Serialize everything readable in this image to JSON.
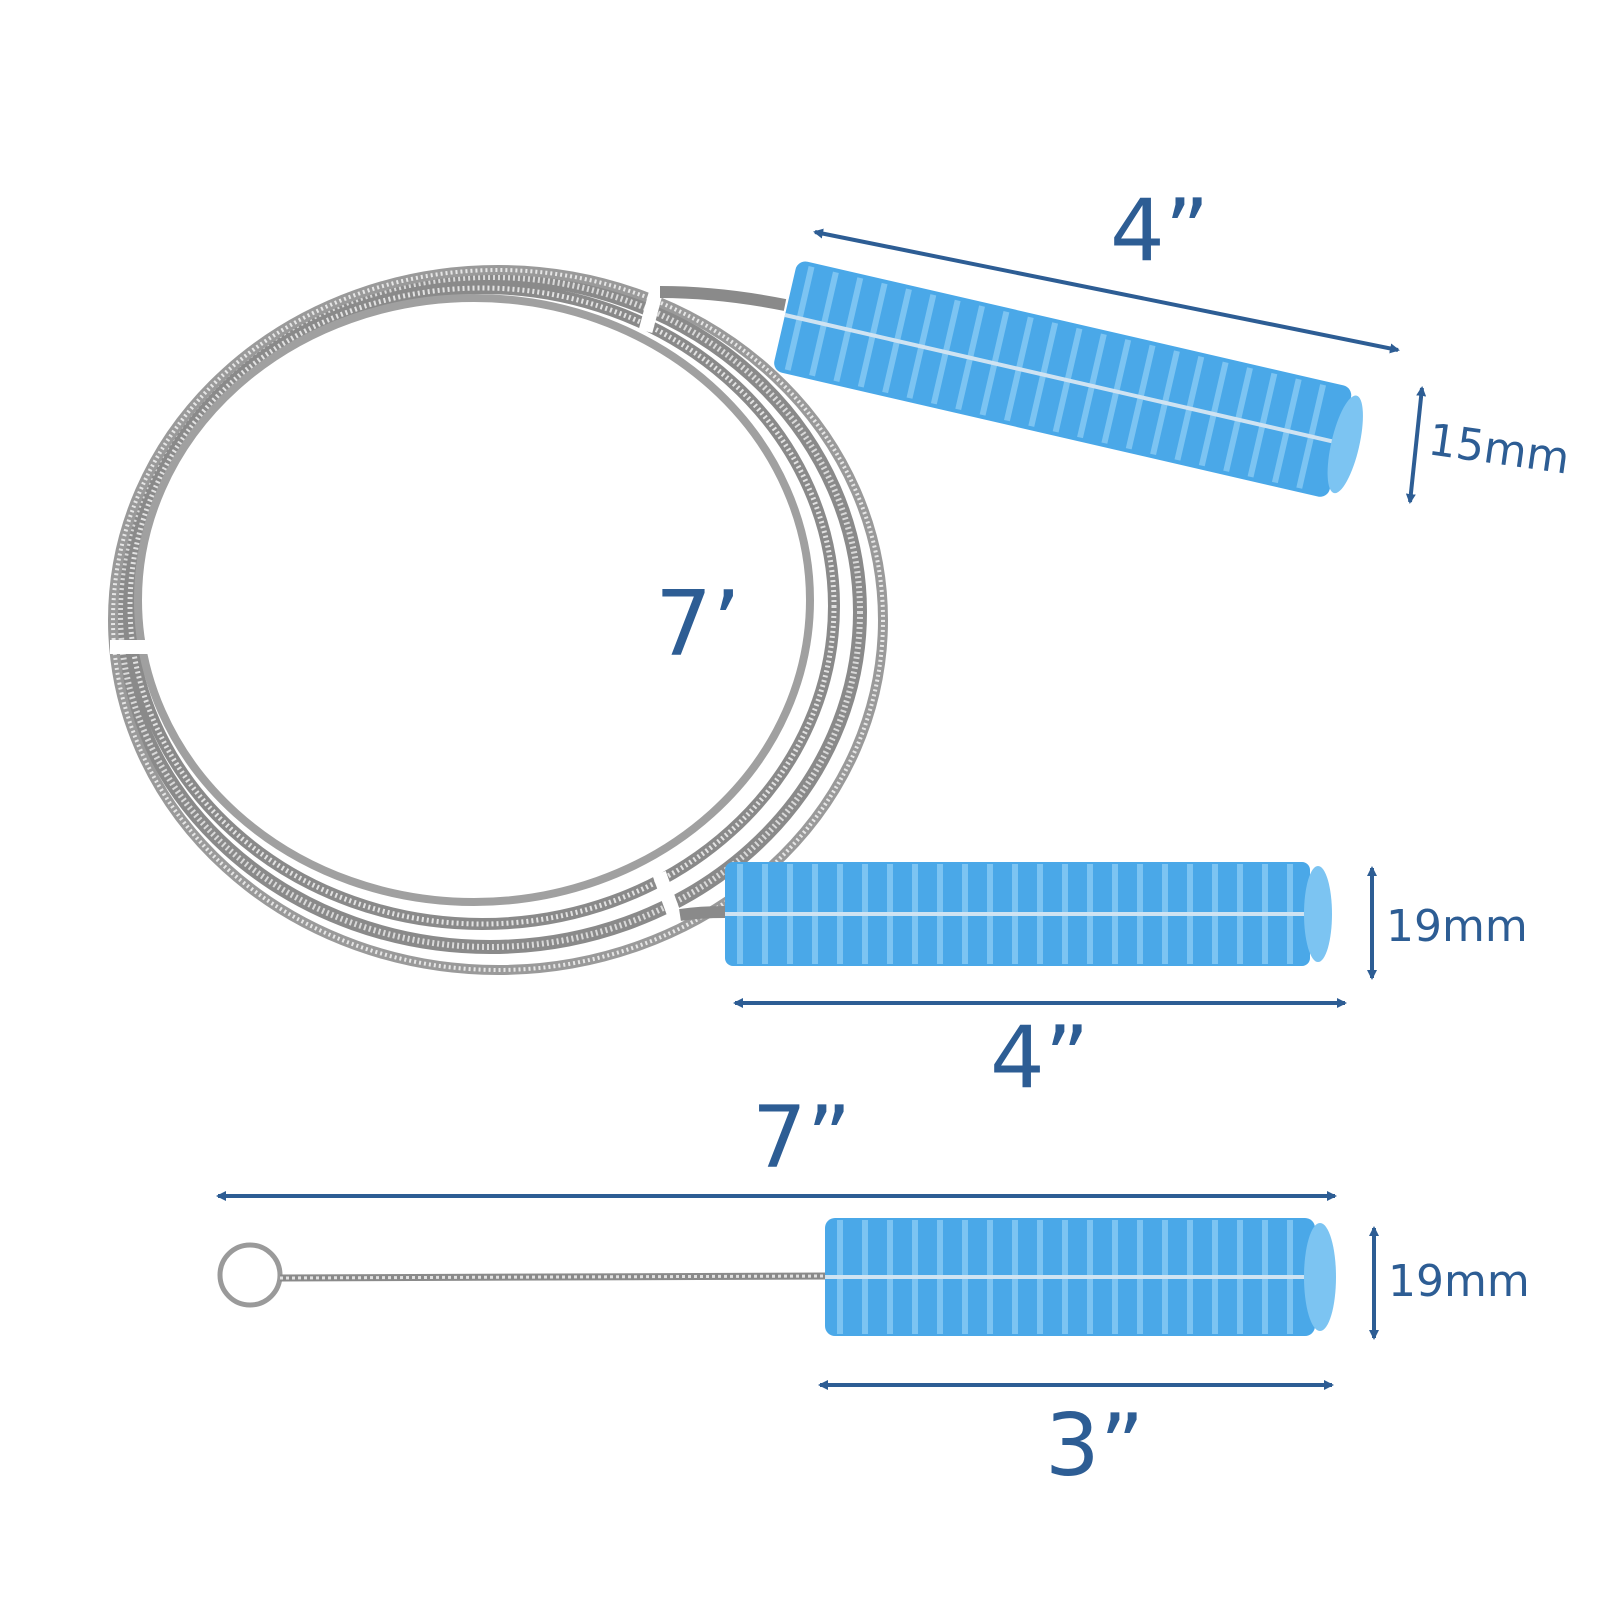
{
  "colors": {
    "dimension": "#2d5d94",
    "bristle": "#4aa8e8",
    "bristle_light": "#7cc4f2",
    "steel": "#8a8a8a",
    "steel_light": "#d6d6d6",
    "background": "#ffffff"
  },
  "labels": {
    "top_brush_length": "4”",
    "top_brush_diameter": "15mm",
    "coil_length": "7’",
    "mid_brush_diameter": "19mm",
    "mid_brush_length": "4”",
    "small_brush_total": "7”",
    "small_brush_diameter": "19mm",
    "small_brush_head_length": "3”"
  }
}
